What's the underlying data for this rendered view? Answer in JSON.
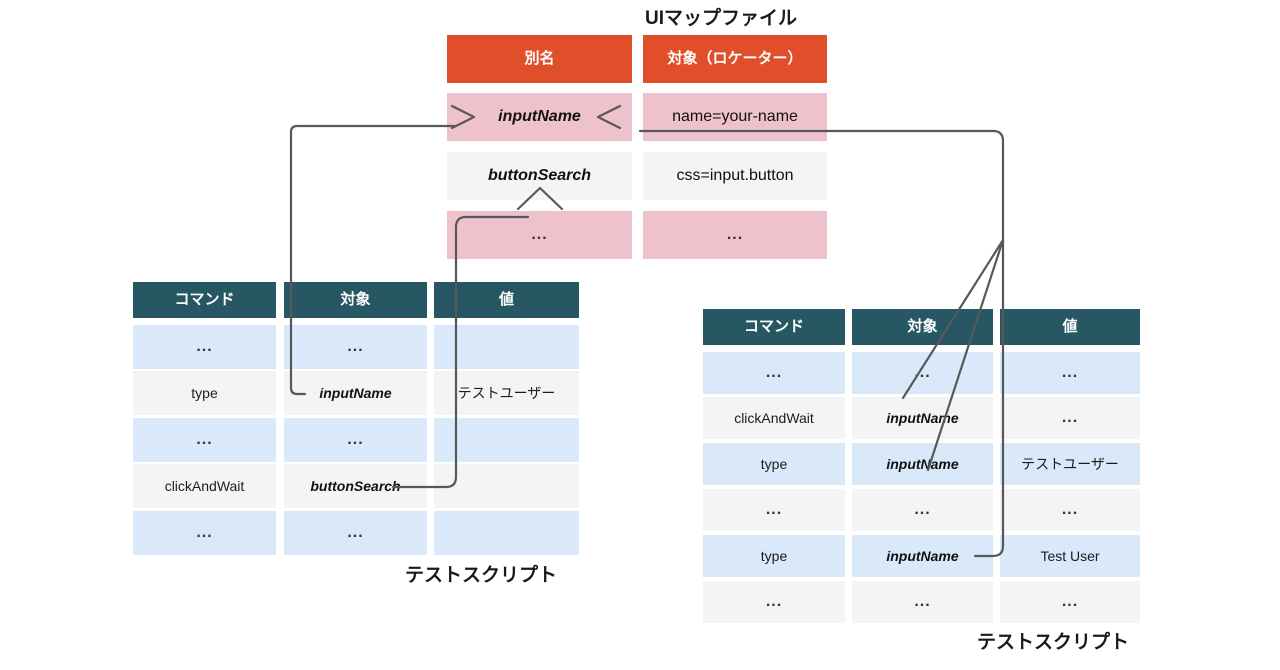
{
  "captions": {
    "uimap": "UIマップファイル",
    "script_left": "テストスクリプト",
    "script_right": "テストスクリプト"
  },
  "uimap_table": {
    "headers": [
      "別名",
      "対象（ロケーター）"
    ],
    "rows": [
      {
        "alias": "inputName",
        "locator": "name=your-name",
        "style": "pink"
      },
      {
        "alias": "buttonSearch",
        "locator": "css=input.button",
        "style": "grey"
      },
      {
        "alias": "...",
        "locator": "...",
        "style": "pink"
      }
    ]
  },
  "script_left": {
    "headers": [
      "コマンド",
      "対象",
      "値"
    ],
    "rows": [
      {
        "command": "...",
        "target": "...",
        "value": "",
        "style": "blue",
        "target_alias": false
      },
      {
        "command": "type",
        "target": "inputName",
        "value": "テストユーザー",
        "style": "grey",
        "target_alias": true
      },
      {
        "command": "...",
        "target": "...",
        "value": "",
        "style": "blue",
        "target_alias": false
      },
      {
        "command": "clickAndWait",
        "target": "buttonSearch",
        "value": "",
        "style": "grey",
        "target_alias": true
      },
      {
        "command": "...",
        "target": "...",
        "value": "",
        "style": "blue",
        "target_alias": false
      }
    ]
  },
  "script_right": {
    "headers": [
      "コマンド",
      "対象",
      "値"
    ],
    "rows": [
      {
        "command": "...",
        "target": "...",
        "value": "...",
        "style": "blue",
        "target_alias": false
      },
      {
        "command": "clickAndWait",
        "target": "inputName",
        "value": "...",
        "style": "grey",
        "target_alias": true
      },
      {
        "command": "type",
        "target": "inputName",
        "value": "テストユーザー",
        "style": "blue",
        "target_alias": true
      },
      {
        "command": "...",
        "target": "...",
        "value": "...",
        "style": "grey",
        "target_alias": false
      },
      {
        "command": "type",
        "target": "inputName",
        "value": "Test User",
        "style": "blue",
        "target_alias": true
      },
      {
        "command": "...",
        "target": "...",
        "value": "...",
        "style": "grey",
        "target_alias": false
      }
    ]
  },
  "colors": {
    "header_orange": "#e04e2a",
    "header_teal": "#265763",
    "row_pink": "#eec2cc",
    "row_grey": "#f4f4f4",
    "row_blue": "#d9e9f9",
    "connector": "#58585a"
  }
}
